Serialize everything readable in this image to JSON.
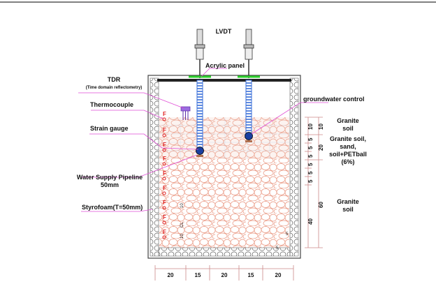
{
  "labels": {
    "lvdt": "LVDT",
    "acrylic_panel": "Acrylic panel",
    "tdr": "TDR",
    "tdr_full": "(Time domain reflectometry)",
    "thermocouple": "Thermocouple",
    "strain_gauge": "Strain gauge",
    "water_supply_1": "Water Supply Pipeline",
    "water_supply_2": "50mm",
    "styrofoam": "Styrofoam(T=50mm)",
    "groundwater_control": "groundwater control"
  },
  "layers": {
    "top_name_1": "Granite",
    "top_name_2": "soil",
    "mid_name_1": "Granite soil,",
    "mid_name_2": "sand,",
    "mid_name_3": "soil+PETball",
    "mid_name_4": "(6%)",
    "bottom_name_1": "Granite",
    "bottom_name_2": "soil"
  },
  "dims": {
    "top": [
      "20",
      "15",
      "20",
      "15",
      "20"
    ],
    "right_inner": [
      "10",
      "5",
      "5",
      "5",
      "5",
      "5",
      "5",
      "40"
    ],
    "right_outer": [
      "10",
      "20",
      "60"
    ],
    "base_5": "5",
    "gap_5": "5"
  },
  "notes": {
    "n1": "10",
    "n2": "CL",
    "n3": "10"
  },
  "colors": {
    "wall_blue": "#5a7fd0",
    "gravel": "#e8917a",
    "guide_line": "#e04fd6",
    "panel_green": "#2bcf2b",
    "sensor_red": "#e02020",
    "rod": "#3a6fd8"
  }
}
